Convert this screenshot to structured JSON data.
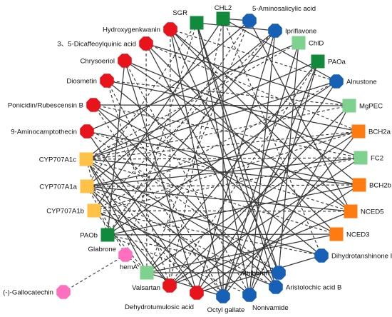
{
  "colors": {
    "red": "#e8141c",
    "darkgreen": "#128a3b",
    "lightgreen": "#7fd18f",
    "blue": "#1660b5",
    "orange": "#ff7a0f",
    "yellow": "#ffc247",
    "pink": "#ff6fbf",
    "edge": "#3a3a3a"
  },
  "nodes": [
    {
      "id": "sgr",
      "label": "SGR",
      "shape": "square",
      "color": "darkgreen"
    },
    {
      "id": "chl2",
      "label": "CHL2",
      "shape": "square",
      "color": "darkgreen"
    },
    {
      "id": "aminosalicylic",
      "label": "5-Aminosalicylic acid",
      "shape": "octagon",
      "color": "blue"
    },
    {
      "id": "ipriflavone",
      "label": "Ipriflavone",
      "shape": "octagon",
      "color": "blue"
    },
    {
      "id": "chld",
      "label": "ChlD",
      "shape": "square",
      "color": "lightgreen"
    },
    {
      "id": "paoa",
      "label": "PAOa",
      "shape": "square",
      "color": "darkgreen"
    },
    {
      "id": "alnustone",
      "label": "Alnustone",
      "shape": "octagon",
      "color": "blue"
    },
    {
      "id": "mgpec",
      "label": "MgPEC",
      "shape": "square",
      "color": "lightgreen"
    },
    {
      "id": "bch2a",
      "label": "BCH2a",
      "shape": "square",
      "color": "orange"
    },
    {
      "id": "fc2",
      "label": "FC2",
      "shape": "square",
      "color": "lightgreen"
    },
    {
      "id": "bch2b",
      "label": "BCH2b",
      "shape": "square",
      "color": "orange"
    },
    {
      "id": "nced5",
      "label": "NCED5",
      "shape": "square",
      "color": "orange"
    },
    {
      "id": "nced3",
      "label": "NCED3",
      "shape": "square",
      "color": "orange"
    },
    {
      "id": "dihydrotanshinone",
      "label": "Dihydrotanshinone I",
      "shape": "octagon",
      "color": "blue"
    },
    {
      "id": "mulberrin",
      "label": "Mulberrin",
      "shape": "octagon",
      "color": "blue"
    },
    {
      "id": "aristolochic",
      "label": "Aristolochic acid B",
      "shape": "octagon",
      "color": "blue"
    },
    {
      "id": "nonivamide",
      "label": "Nonivamide",
      "shape": "octagon",
      "color": "blue"
    },
    {
      "id": "octylgallate",
      "label": "Octyl gallate",
      "shape": "octagon",
      "color": "blue"
    },
    {
      "id": "dehydrotumulosic",
      "label": "Dehydrotumulosic acid",
      "shape": "octagon",
      "color": "red"
    },
    {
      "id": "valsartan",
      "label": "Valsartan",
      "shape": "octagon",
      "color": "red"
    },
    {
      "id": "hema",
      "label": "hemA",
      "shape": "square",
      "color": "lightgreen"
    },
    {
      "id": "glabrone",
      "label": "Glabrone",
      "shape": "octagon",
      "color": "pink"
    },
    {
      "id": "gallocatechin",
      "label": "(-)-Gallocatechin",
      "shape": "octagon",
      "color": "pink"
    },
    {
      "id": "paob",
      "label": "PAOb",
      "shape": "square",
      "color": "darkgreen"
    },
    {
      "id": "cyp1b",
      "label": "CYP707A1b",
      "shape": "square",
      "color": "yellow"
    },
    {
      "id": "cyp1a",
      "label": "CYP707A1a",
      "shape": "square",
      "color": "yellow"
    },
    {
      "id": "cyp1c",
      "label": "CYP707A1c",
      "shape": "square",
      "color": "yellow"
    },
    {
      "id": "aminocamptothecin",
      "label": "9-Aminocamptothecin",
      "shape": "octagon",
      "color": "red"
    },
    {
      "id": "ponicidin",
      "label": "Ponicidin/Rubescensin B",
      "shape": "octagon",
      "color": "red"
    },
    {
      "id": "diosmetin",
      "label": "Diosmetin",
      "shape": "octagon",
      "color": "red"
    },
    {
      "id": "chrysoeriol",
      "label": "Chrysoeriol",
      "shape": "octagon",
      "color": "red"
    },
    {
      "id": "dicaffeoylquinic",
      "label": "3、5-Dicaffeoylquinic acid",
      "shape": "octagon",
      "color": "red"
    },
    {
      "id": "hydroxygenkwanin",
      "label": "Hydroxygenkwanin",
      "shape": "octagon",
      "color": "red"
    }
  ],
  "edges": [
    {
      "source": "hydroxygenkwanin",
      "target": "nced5",
      "style": "solid"
    },
    {
      "source": "hydroxygenkwanin",
      "target": "bch2b",
      "style": "solid"
    },
    {
      "source": "hydroxygenkwanin",
      "target": "mulberrin",
      "style": "solid"
    },
    {
      "source": "hydroxygenkwanin",
      "target": "valsartan",
      "style": "dashed"
    },
    {
      "source": "hydroxygenkwanin",
      "target": "octylgallate",
      "style": "solid"
    },
    {
      "source": "dicaffeoylquinic",
      "target": "nced3",
      "style": "solid"
    },
    {
      "source": "dicaffeoylquinic",
      "target": "bch2a",
      "style": "dashed"
    },
    {
      "source": "dicaffeoylquinic",
      "target": "aristolochic",
      "style": "solid"
    },
    {
      "source": "dicaffeoylquinic",
      "target": "hema",
      "style": "dashed"
    },
    {
      "source": "chrysoeriol",
      "target": "fc2",
      "style": "solid"
    },
    {
      "source": "chrysoeriol",
      "target": "nced5",
      "style": "solid"
    },
    {
      "source": "chrysoeriol",
      "target": "nonivamide",
      "style": "dashed"
    },
    {
      "source": "chrysoeriol",
      "target": "paob",
      "style": "solid"
    },
    {
      "source": "diosmetin",
      "target": "bch2a",
      "style": "solid"
    },
    {
      "source": "diosmetin",
      "target": "dihydrotanshinone",
      "style": "solid"
    },
    {
      "source": "diosmetin",
      "target": "valsartan",
      "style": "dashed"
    },
    {
      "source": "diosmetin",
      "target": "mgpec",
      "style": "dashed"
    },
    {
      "source": "ponicidin",
      "target": "mgpec",
      "style": "solid"
    },
    {
      "source": "ponicidin",
      "target": "fc2",
      "style": "dashed"
    },
    {
      "source": "ponicidin",
      "target": "nced3",
      "style": "solid"
    },
    {
      "source": "ponicidin",
      "target": "octylgallate",
      "style": "dashed"
    },
    {
      "source": "aminocamptothecin",
      "target": "bch2b",
      "style": "solid"
    },
    {
      "source": "aminocamptothecin",
      "target": "nced5",
      "style": "dashed"
    },
    {
      "source": "aminocamptothecin",
      "target": "dehydrotumulosic",
      "style": "solid"
    },
    {
      "source": "aminocamptothecin",
      "target": "chld",
      "style": "solid"
    },
    {
      "source": "sgr",
      "target": "ipriflavone",
      "style": "solid"
    },
    {
      "source": "sgr",
      "target": "aristolochic",
      "style": "solid"
    },
    {
      "source": "sgr",
      "target": "cyp1a",
      "style": "dashed"
    },
    {
      "source": "sgr",
      "target": "mulberrin",
      "style": "solid"
    },
    {
      "source": "sgr",
      "target": "glabrone",
      "style": "dashed"
    },
    {
      "source": "chl2",
      "target": "aminosalicylic",
      "style": "solid"
    },
    {
      "source": "chl2",
      "target": "alnustone",
      "style": "solid"
    },
    {
      "source": "chl2",
      "target": "valsartan",
      "style": "dashed"
    },
    {
      "source": "chl2",
      "target": "cyp1b",
      "style": "solid"
    },
    {
      "source": "chl2",
      "target": "octylgallate",
      "style": "solid"
    },
    {
      "source": "aminosalicylic",
      "target": "cyp1c",
      "style": "solid"
    },
    {
      "source": "aminosalicylic",
      "target": "hema",
      "style": "dashed"
    },
    {
      "source": "aminosalicylic",
      "target": "nced5",
      "style": "solid"
    },
    {
      "source": "aminosalicylic",
      "target": "paob",
      "style": "dashed"
    },
    {
      "source": "ipriflavone",
      "target": "cyp1a",
      "style": "solid"
    },
    {
      "source": "ipriflavone",
      "target": "dehydrotumulosic",
      "style": "solid"
    },
    {
      "source": "ipriflavone",
      "target": "paob",
      "style": "solid"
    },
    {
      "source": "ipriflavone",
      "target": "cyp1b",
      "style": "dashed"
    },
    {
      "source": "chld",
      "target": "cyp1c",
      "style": "dashed"
    },
    {
      "source": "chld",
      "target": "mulberrin",
      "style": "solid"
    },
    {
      "source": "chld",
      "target": "octylgallate",
      "style": "solid"
    },
    {
      "source": "paoa",
      "target": "cyp1c",
      "style": "solid"
    },
    {
      "source": "paoa",
      "target": "hema",
      "style": "solid"
    },
    {
      "source": "paoa",
      "target": "valsartan",
      "style": "dashed"
    },
    {
      "source": "paoa",
      "target": "nonivamide",
      "style": "solid"
    },
    {
      "source": "alnustone",
      "target": "cyp1c",
      "style": "solid"
    },
    {
      "source": "alnustone",
      "target": "cyp1b",
      "style": "dashed"
    },
    {
      "source": "alnustone",
      "target": "dehydrotumulosic",
      "style": "solid"
    },
    {
      "source": "alnustone",
      "target": "paob",
      "style": "solid"
    },
    {
      "source": "mgpec",
      "target": "cyp1c",
      "style": "dashed"
    },
    {
      "source": "mgpec",
      "target": "valsartan",
      "style": "solid"
    },
    {
      "source": "mgpec",
      "target": "nonivamide",
      "style": "solid"
    },
    {
      "source": "bch2a",
      "target": "cyp1c",
      "style": "dashed"
    },
    {
      "source": "bch2a",
      "target": "cyp1a",
      "style": "solid"
    },
    {
      "source": "bch2a",
      "target": "hema",
      "style": "solid"
    },
    {
      "source": "bch2a",
      "target": "octylgallate",
      "style": "solid"
    },
    {
      "source": "fc2",
      "target": "cyp1c",
      "style": "dashed"
    },
    {
      "source": "fc2",
      "target": "cyp1b",
      "style": "dashed"
    },
    {
      "source": "fc2",
      "target": "valsartan",
      "style": "solid"
    },
    {
      "source": "bch2b",
      "target": "cyp1a",
      "style": "dashed"
    },
    {
      "source": "bch2b",
      "target": "paob",
      "style": "solid"
    },
    {
      "source": "bch2b",
      "target": "dehydrotumulosic",
      "style": "solid"
    },
    {
      "source": "nced5",
      "target": "cyp1b",
      "style": "dashed"
    },
    {
      "source": "nced5",
      "target": "valsartan",
      "style": "solid"
    },
    {
      "source": "nced5",
      "target": "cyp1a",
      "style": "solid"
    },
    {
      "source": "nced3",
      "target": "paob",
      "style": "solid"
    },
    {
      "source": "nced3",
      "target": "cyp1c",
      "style": "dashed"
    },
    {
      "source": "nced3",
      "target": "hema",
      "style": "solid"
    },
    {
      "source": "dihydrotanshinone",
      "target": "cyp1b",
      "style": "dashed"
    },
    {
      "source": "dihydrotanshinone",
      "target": "cyp1a",
      "style": "solid"
    },
    {
      "source": "dihydrotanshinone",
      "target": "dehydrotumulosic",
      "style": "solid"
    },
    {
      "source": "mulberrin",
      "target": "cyp1c",
      "style": "solid"
    },
    {
      "source": "mulberrin",
      "target": "paob",
      "style": "dashed"
    },
    {
      "source": "mulberrin",
      "target": "hema",
      "style": "solid"
    },
    {
      "source": "aristolochic",
      "target": "cyp1b",
      "style": "solid"
    },
    {
      "source": "aristolochic",
      "target": "cyp1a",
      "style": "dashed"
    },
    {
      "source": "nonivamide",
      "target": "cyp1c",
      "style": "solid"
    },
    {
      "source": "nonivamide",
      "target": "paob",
      "style": "dashed"
    },
    {
      "source": "octylgallate",
      "target": "cyp1a",
      "style": "solid"
    },
    {
      "source": "octylgallate",
      "target": "hema",
      "style": "solid"
    },
    {
      "source": "dehydrotumulosic",
      "target": "cyp1c",
      "style": "dashed"
    },
    {
      "source": "valsartan",
      "target": "cyp1a",
      "style": "solid"
    },
    {
      "source": "valsartan",
      "target": "cyp1c",
      "style": "solid"
    },
    {
      "source": "hema",
      "target": "cyp1b",
      "style": "dashed"
    },
    {
      "source": "hema",
      "target": "cyp1c",
      "style": "solid"
    },
    {
      "source": "glabrone",
      "target": "cyp1a",
      "style": "dashed"
    },
    {
      "source": "glabrone",
      "target": "gallocatechin",
      "style": "dashed"
    },
    {
      "source": "glabrone",
      "target": "hema",
      "style": "dashed"
    },
    {
      "source": "paob",
      "target": "cyp1c",
      "style": "dashed"
    },
    {
      "source": "cyp1b",
      "target": "bch2a",
      "style": "dashed"
    },
    {
      "source": "cyp1a",
      "target": "fc2",
      "style": "solid"
    },
    {
      "source": "cyp1c",
      "target": "bch2b",
      "style": "solid"
    },
    {
      "source": "hydroxygenkwanin",
      "target": "alnustone",
      "style": "dashed"
    },
    {
      "source": "dicaffeoylquinic",
      "target": "mgpec",
      "style": "solid"
    },
    {
      "source": "chrysoeriol",
      "target": "dehydrotumulosic",
      "style": "solid"
    },
    {
      "source": "diosmetin",
      "target": "octylgallate",
      "style": "dashed"
    },
    {
      "source": "ponicidin",
      "target": "aristolochic",
      "style": "solid"
    },
    {
      "source": "aminocamptothecin",
      "target": "mulberrin",
      "style": "dashed"
    },
    {
      "source": "sgr",
      "target": "nonivamide",
      "style": "solid"
    },
    {
      "source": "chl2",
      "target": "dihydrotanshinone",
      "style": "dashed"
    },
    {
      "source": "ipriflavone",
      "target": "nonivamide",
      "style": "solid"
    },
    {
      "source": "paoa",
      "target": "octylgallate",
      "style": "solid"
    }
  ]
}
